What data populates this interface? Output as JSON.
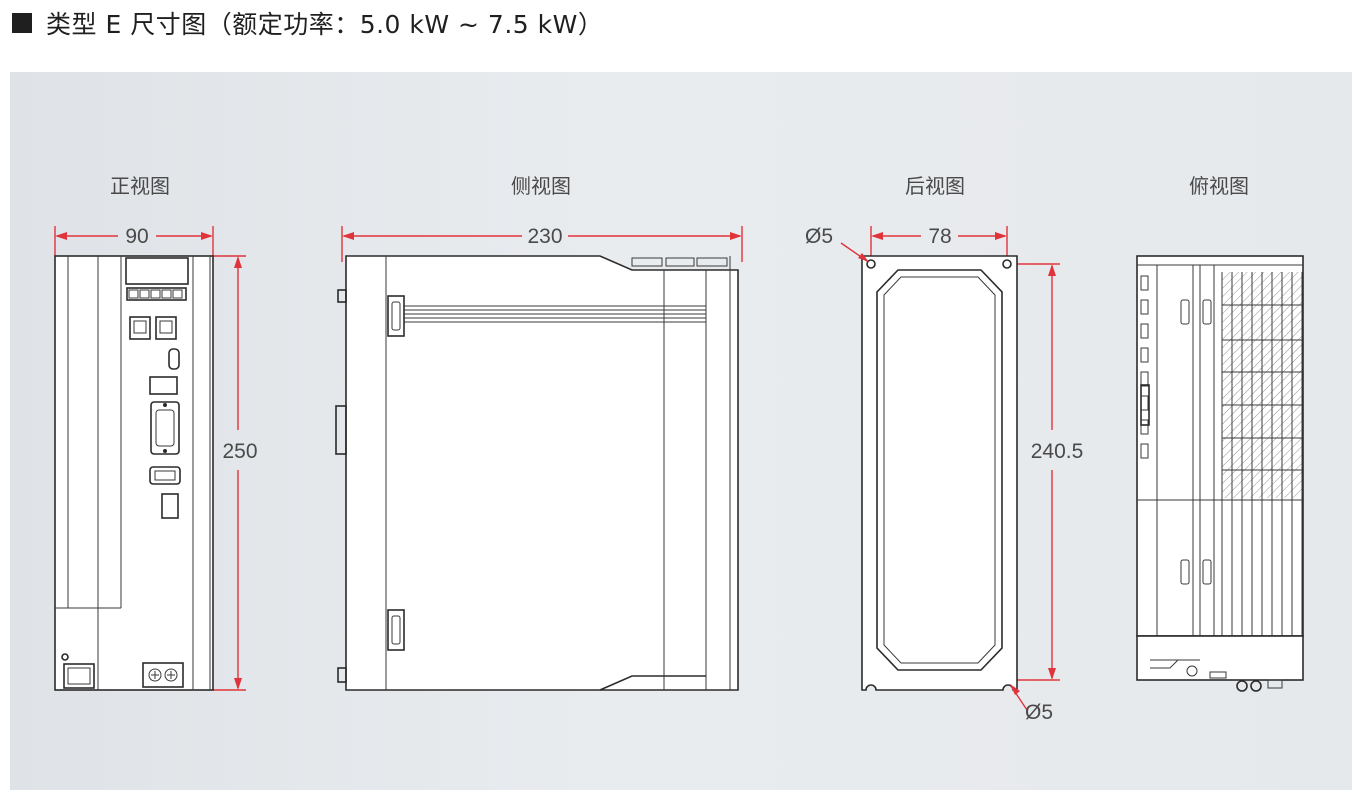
{
  "header": {
    "title": "类型 E 尺寸图（额定功率：5.0 kW ~ 7.5 kW）"
  },
  "views": {
    "front": {
      "title": "正视图",
      "width": "90",
      "height": "250"
    },
    "side": {
      "title": "侧视图",
      "width": "230"
    },
    "rear": {
      "title": "后视图",
      "hole_spacing": "78",
      "hole_pitch": "240.5",
      "hole_top": "Ø5",
      "hole_bottom": "Ø5"
    },
    "top": {
      "title": "俯视图"
    }
  },
  "colors": {
    "dimension": "#e0343a",
    "outline": "#2b2b2b",
    "panel": "#e4e8eb"
  }
}
